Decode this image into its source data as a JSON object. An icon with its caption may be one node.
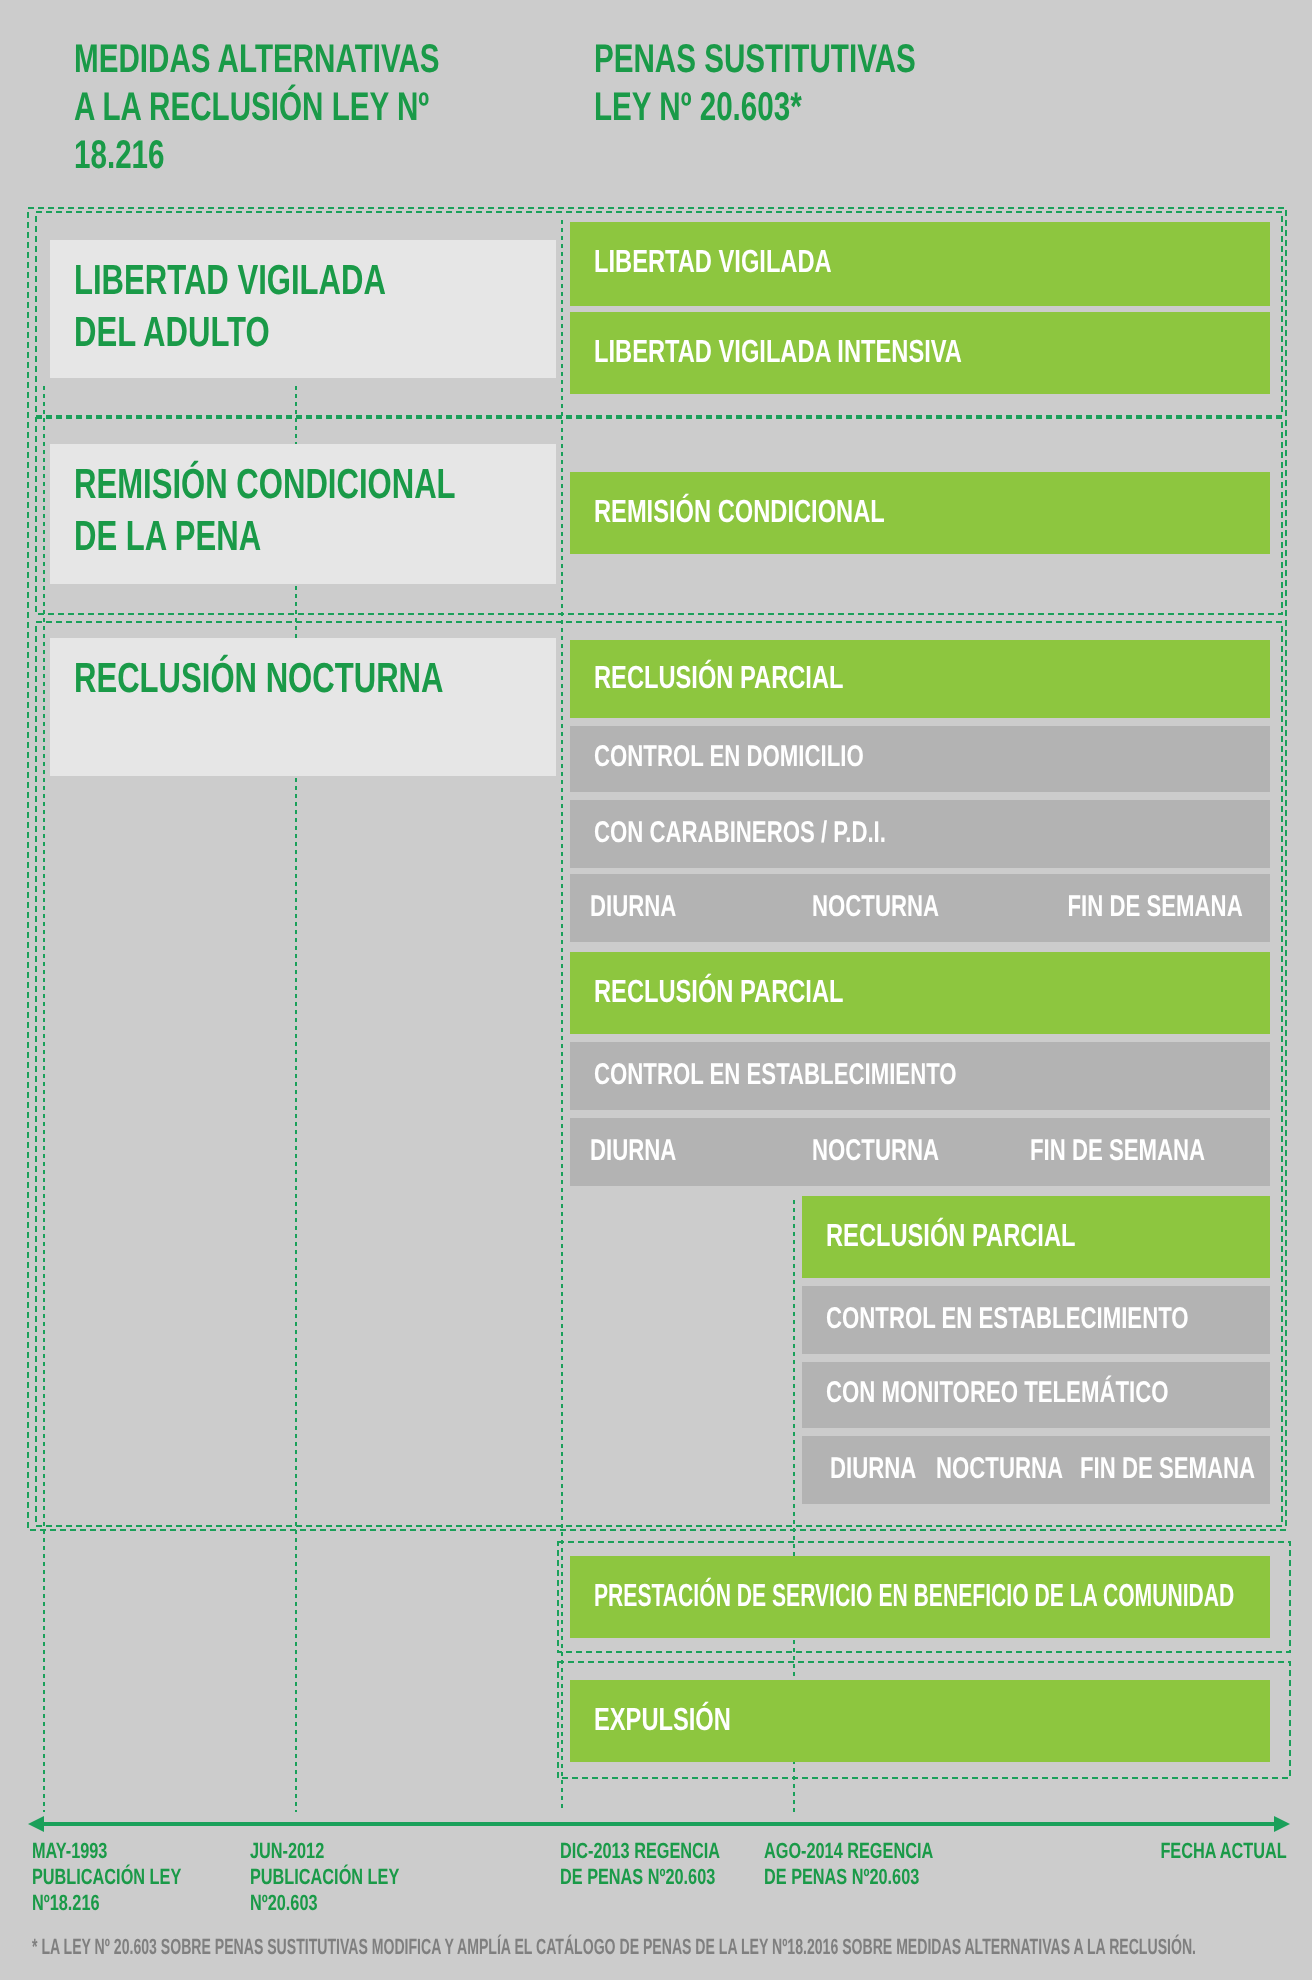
{
  "diagram": {
    "caption": "* LA LEY Nº 20.603 SOBRE PENAS SUSTITUTIVAS MODIFICA Y AMPLÍA EL CATÁLOGO DE PENAS DE LA LEY Nº18.2016 SOBRE MEDIDAS ALTERNATIVAS A LA RECLUSIÓN.",
    "nodes": [
      {
        "text": [
          "LIBERTAD VIGILADA DEL ADULTO"
        ]
      },
      {
        "text": [
          "LIBERTAD VIGILADA"
        ]
      },
      {
        "text": [
          "LIBERTAD VIGILADA INTENSIVA"
        ]
      },
      {
        "text": [
          "REMISIÓN CONDICIONAL DE LA PENA"
        ]
      },
      {
        "text": [
          "REMISIÓN CONDICIONAL"
        ]
      },
      {
        "text": [
          "RECLUSIÓN NOCTURNA"
        ]
      },
      {
        "text": [
          "RECLUSIÓN PARCIAL"
        ]
      },
      {
        "text": [
          "CONTROL EN DOMICILIO"
        ]
      },
      {
        "text": [
          "CON CARABINEROS  / P.D.I."
        ]
      },
      {
        "text": [
          "DIURNA",
          "NOCTURNA",
          "FIN DE SEMANA"
        ]
      },
      {
        "text": [
          "RECLUSIÓN PARCIAL"
        ]
      },
      {
        "text": [
          "CONTROL EN ESTABLECIMIENTO"
        ]
      },
      {
        "text": [
          "DIURNA",
          "NOCTURNA",
          "FIN DE SEMANA"
        ]
      },
      {
        "text": [
          "RECLUSIÓN PARCIAL"
        ]
      },
      {
        "text": [
          "CONTROL EN ESTABLECIMIENTO"
        ]
      },
      {
        "text": [
          "CON MONITOREO TELEMÁTICO"
        ]
      },
      {
        "text": [
          "DIURNA",
          "NOCTURNA",
          "FIN DE SEMANA"
        ]
      },
      {
        "text": [
          "PRESTACIÓN DE SERVICIO EN BENEFICIO DE LA COMUNIDAD"
        ]
      },
      {
        "text": [
          "EXPULSIÓN"
        ]
      }
    ],
    "labels": [
      "MEDIDAS ALTERNATIVAS A LA RECLUSIÓN LEY Nº 18.216",
      "PENAS SUSTITUTIVAS LEY Nº 20.603*",
      "MAY-1993 PUBLICACIÓN LEY Nº18.216",
      "JUN-2012 PUBLICACIÓN LEY Nº20.603",
      "DIC-2013 REGENCIA DE PENAS Nº20.603",
      "AGO-2014 REGENCIA DE PENAS Nº20.603",
      "FECHA ACTUAL"
    ]
  }
}
